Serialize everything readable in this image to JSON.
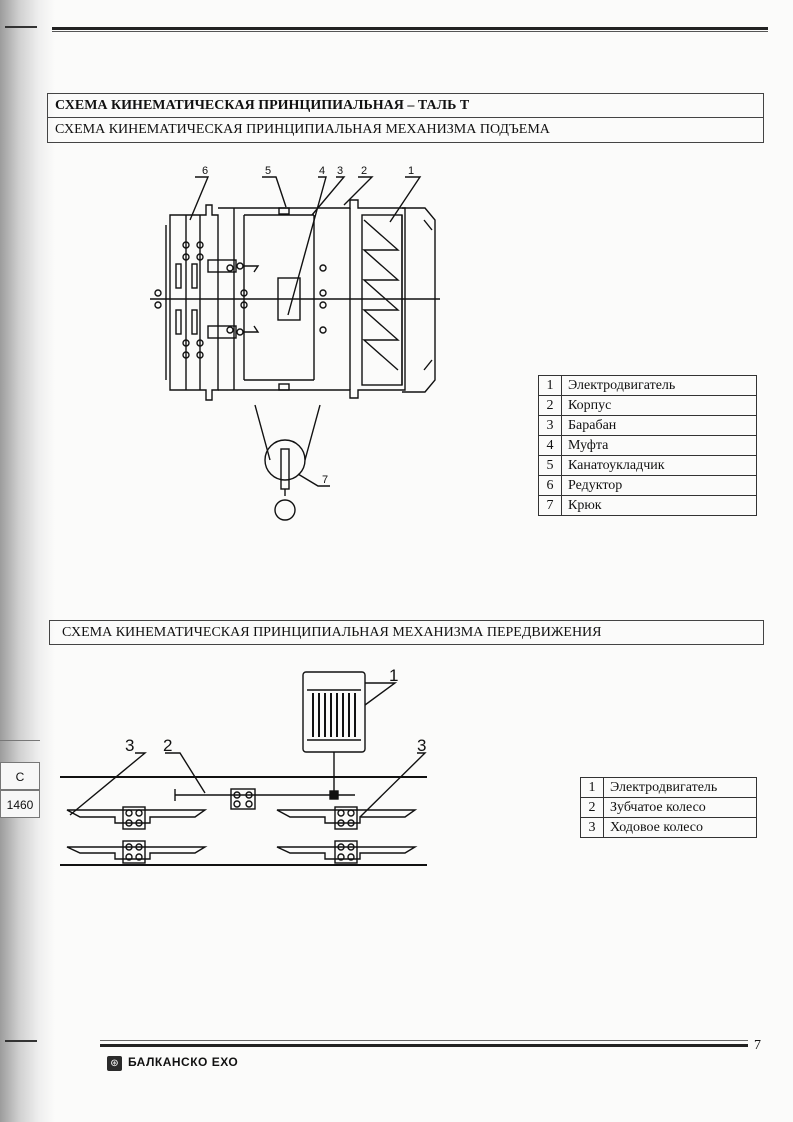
{
  "header": {
    "title": "СХЕМА КИНЕМАТИЧЕСКАЯ ПРИНЦИПИАЛЬНАЯ – ТАЛЬ Т",
    "subtitle_lift": "СХЕМА КИНЕМАТИЧЕСКАЯ ПРИНЦИПИАЛЬНАЯ МЕХАНИЗМА ПОДЪЕМА",
    "subtitle_travel": "СХЕМА КИНЕМАТИЧЕСКАЯ ПРИНЦИПИАЛЬНАЯ МЕХАНИЗМА ПЕРЕДВИЖЕНИЯ"
  },
  "legend_lift": [
    {
      "num": "1",
      "label": "Электродвигатель"
    },
    {
      "num": "2",
      "label": "Корпус"
    },
    {
      "num": "3",
      "label": "Барабан"
    },
    {
      "num": "4",
      "label": "Муфта"
    },
    {
      "num": "5",
      "label": "Канатоукладчик"
    },
    {
      "num": "6",
      "label": "Редуктор"
    },
    {
      "num": "7",
      "label": "Крюк"
    }
  ],
  "legend_travel": [
    {
      "num": "1",
      "label": "Электродвигатель"
    },
    {
      "num": "2",
      "label": "Зубчатое колесо"
    },
    {
      "num": "3",
      "label": "Ходовое колесо"
    }
  ],
  "diagram_lift": {
    "callouts": [
      "6",
      "5",
      "4",
      "3",
      "2",
      "1",
      "7"
    ]
  },
  "diagram_travel": {
    "callouts": [
      "1",
      "3",
      "2",
      "3"
    ]
  },
  "side_labels": {
    "c": "С",
    "code": "1460"
  },
  "footer": {
    "company": "БАЛКАНСКО ЕХО",
    "page_number": "7"
  }
}
